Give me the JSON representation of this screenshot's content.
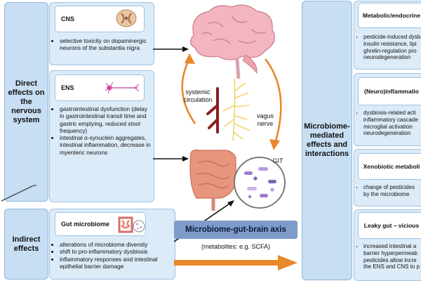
{
  "left": {
    "direct_label": "Direct effects on the nervous system",
    "indirect_label": "Indirect effects"
  },
  "cns": {
    "title": "CNS",
    "bullets": [
      "selective toxicity on dopaminergic neurons of the substantia nigra"
    ]
  },
  "ens": {
    "title": "ENS",
    "bullets": [
      "gastrointestinal dysfunction (delay in gastrointestinal transit time and gastric emptying, reduced stool frequency)",
      "intestinal α-synuclein aggregates, intestinal inflammation, decrease in myenteric neurons"
    ]
  },
  "gut_microbiome": {
    "title": "Gut microbiome",
    "bullets": [
      "alterations of microbiome diversity",
      "shift to pro-inflammatory dysbiosis",
      "inflammatory responses and intestinal epithelial barrier damage"
    ]
  },
  "center": {
    "systemic_circulation": "systemic circulation",
    "vagus_nerve": "vagus nerve",
    "git": "GIT",
    "axis_title": "Microbiome-gut-brain axis",
    "metabolites": "(metabolites: e.g. SCFA)"
  },
  "right": {
    "label": "Microbiome-mediated effects and interactions",
    "sections": [
      {
        "title": "Metabolic/endocrine",
        "bullets": [
          "pesticide-induced dysb",
          "insulin resistance, lipi",
          "ghrelin-regulation pro",
          "neurodegeneration"
        ]
      },
      {
        "title": "(Neuro)inflammatio",
        "bullets": [
          "dysbiosis-related acti",
          "inflammatory cascade",
          "microglial activation",
          "neurodegeneration"
        ]
      },
      {
        "title": "Xenobiotic metaboli",
        "bullets": [
          "change of pesticides",
          "by the microbiome"
        ]
      },
      {
        "title": "Leaky gut – vicious",
        "bullets": [
          "increased intestinal a",
          "barrier hyperpermeab",
          "pesticides allow incre",
          "the ENS and CNS to p"
        ]
      }
    ]
  },
  "colors": {
    "sidebox": "#c7def3",
    "panel": "#dcebf8",
    "axis_bar": "#7e9bc9",
    "orange": "#e8882a"
  }
}
